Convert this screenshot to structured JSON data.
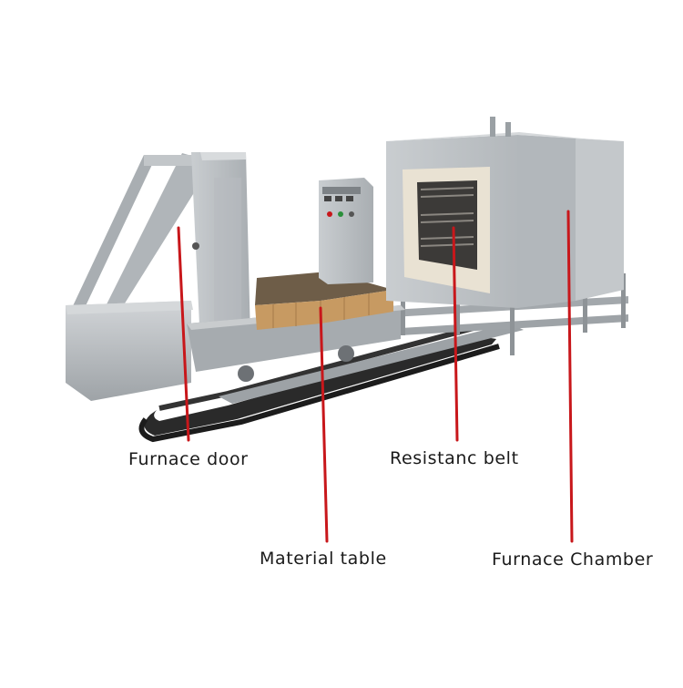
{
  "labels": {
    "furnace_door": "Furnace door",
    "resistance_belt": "Resistanc belt",
    "material_table": "Material table",
    "furnace_chamber": "Furnace Chamber"
  },
  "colors": {
    "leader_line": "#c8171b",
    "steel": "#b9bdc0",
    "steel_dark": "#8f9498",
    "insulation": "#e9e2d3",
    "brick": "#c79a62",
    "background": "#ffffff"
  }
}
